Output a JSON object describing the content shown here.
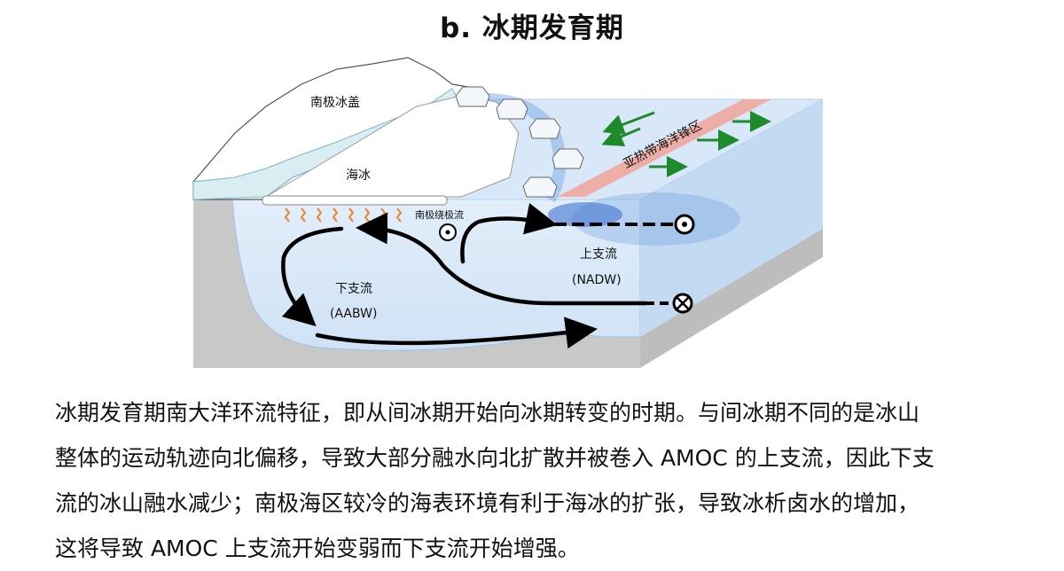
{
  "title": "b. 冰期发育期",
  "diagram": {
    "labels": {
      "ice_sheet": "南极冰盖",
      "sea_ice": "海冰",
      "acc": "南极绕极流",
      "subtropical_front": "亚热带海洋锋区",
      "upper_cell": "上支流",
      "upper_cell_abbr": "(NADW)",
      "lower_cell": "下支流",
      "lower_cell_abbr": "(AABW)"
    },
    "colors": {
      "ocean_top": "#d9e9f8",
      "ocean_front": "#d6e6f6",
      "ocean_side": "#bcd6ef",
      "seafloor": "#c8c8c8",
      "meltwater": "#4f86d8",
      "front_band": "#f2a39a",
      "wind_arrow": "#1f8a2c",
      "brine_arrow": "#e8842a",
      "circulation_arrow": "#000000"
    }
  },
  "caption": {
    "lines": [
      "冰期发育期南大洋环流特征，即从间冰期开始向冰期转变的时期。与间冰期不同的是冰山",
      "整体的运动轨迹向北偏移，导致大部分融水向北扩散并被卷入 AMOC 的上支流，因此下支",
      "流的冰山融水减少；南极海区较冷的海表环境有利于海冰的扩张，导致冰析卤水的增加，",
      "这将导致 AMOC 上支流开始变弱而下支流开始增强。"
    ]
  }
}
